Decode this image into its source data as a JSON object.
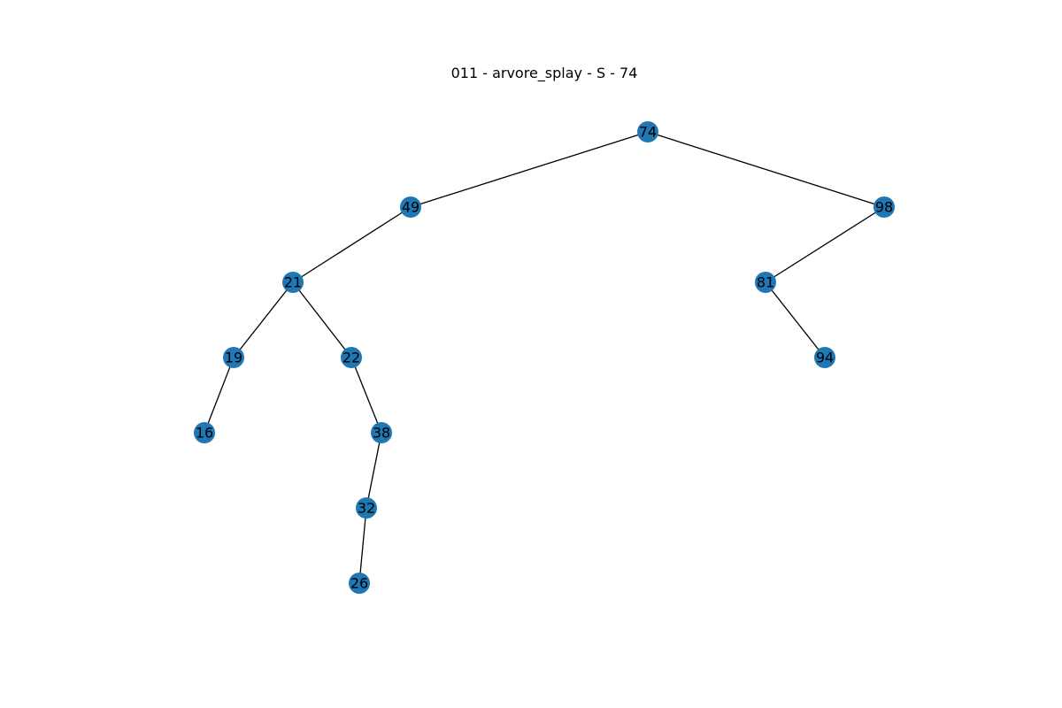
{
  "title": "011 - arvore_splay - S - 74",
  "colors": {
    "node_fill": "#1f77b4",
    "edge": "#000000",
    "label": "#000000",
    "background": "#ffffff"
  },
  "tree": {
    "root": "74",
    "nodes": [
      {
        "key": "74",
        "depth": 0
      },
      {
        "key": "49",
        "depth": 1
      },
      {
        "key": "98",
        "depth": 1
      },
      {
        "key": "21",
        "depth": 2
      },
      {
        "key": "81",
        "depth": 2
      },
      {
        "key": "19",
        "depth": 3
      },
      {
        "key": "22",
        "depth": 3
      },
      {
        "key": "94",
        "depth": 3
      },
      {
        "key": "16",
        "depth": 4
      },
      {
        "key": "38",
        "depth": 4
      },
      {
        "key": "32",
        "depth": 5
      },
      {
        "key": "26",
        "depth": 6
      }
    ],
    "edges": [
      {
        "from": "74",
        "to": "49"
      },
      {
        "from": "74",
        "to": "98"
      },
      {
        "from": "49",
        "to": "21"
      },
      {
        "from": "98",
        "to": "81"
      },
      {
        "from": "21",
        "to": "19"
      },
      {
        "from": "21",
        "to": "22"
      },
      {
        "from": "81",
        "to": "94"
      },
      {
        "from": "19",
        "to": "16"
      },
      {
        "from": "22",
        "to": "38"
      },
      {
        "from": "38",
        "to": "32"
      },
      {
        "from": "32",
        "to": "26"
      }
    ]
  }
}
